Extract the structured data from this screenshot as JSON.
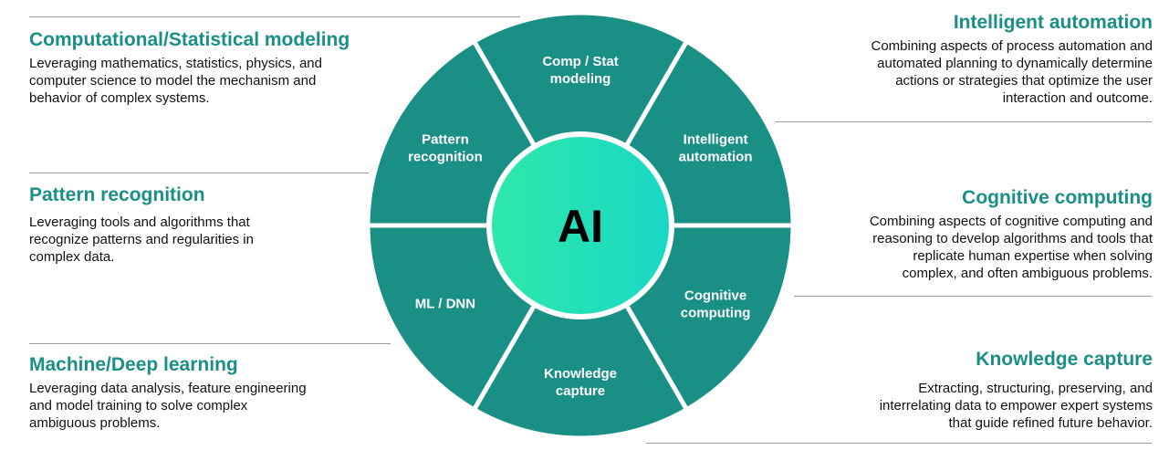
{
  "center": {
    "label": "AI"
  },
  "colors": {
    "segment": "#1a8f86",
    "center_start": "#2ee8a9",
    "center_end": "#19d8c6",
    "heading": "#1a8f86"
  },
  "segments": [
    {
      "line1": "Comp / Stat",
      "line2": "modeling"
    },
    {
      "line1": "Intelligent",
      "line2": "automation"
    },
    {
      "line1": "Cognitive",
      "line2": "computing"
    },
    {
      "line1": "Knowledge",
      "line2": "capture"
    },
    {
      "line1": "ML / DNN",
      "line2": ""
    },
    {
      "line1": "Pattern",
      "line2": "recognition"
    }
  ],
  "blocks": {
    "comp_stat": {
      "title": "Computational/Statistical modeling",
      "lines": [
        "Leveraging mathematics, statistics, physics, and",
        "computer science to model the mechanism and",
        "behavior of complex systems."
      ]
    },
    "pattern": {
      "title": "Pattern recognition",
      "lines": [
        "Leveraging tools and algorithms that",
        "recognize patterns and regularities in",
        "complex data."
      ]
    },
    "ml": {
      "title": "Machine/Deep learning",
      "lines": [
        "Leveraging data analysis, feature engineering",
        "and model training to solve complex",
        "ambiguous problems."
      ]
    },
    "automation": {
      "title": "Intelligent automation",
      "lines": [
        "Combining aspects of process automation and",
        "automated planning to dynamically determine",
        "actions or strategies that optimize the user",
        "interaction and outcome."
      ]
    },
    "cognitive": {
      "title": "Cognitive computing",
      "lines": [
        "Combining aspects of cognitive computing and",
        "reasoning to develop algorithms and tools that",
        "replicate human expertise when solving",
        "complex, and often ambiguous problems."
      ]
    },
    "knowledge": {
      "title": "Knowledge capture",
      "lines": [
        "Extracting, structuring, preserving, and",
        "interrelating data to empower expert systems",
        "that guide refined future behavior."
      ]
    }
  }
}
